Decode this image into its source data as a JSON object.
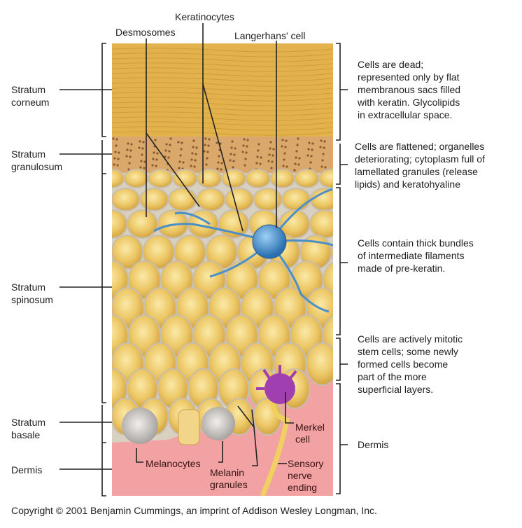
{
  "top_labels": {
    "keratinocytes": "Keratinocytes",
    "desmosomes": "Desmosomes",
    "langerhans": "Langerhans' cell"
  },
  "layers": {
    "corneum": {
      "line1": "Stratum",
      "line2": "corneum"
    },
    "granulosum": {
      "line1": "Stratum",
      "line2": "granulosum"
    },
    "spinosum": {
      "line1": "Stratum",
      "line2": "spinosum"
    },
    "basale": {
      "line1": "Stratum",
      "line2": "basale"
    },
    "dermis": "Dermis"
  },
  "descriptions": {
    "corneum": [
      "Cells are dead;",
      "represented only by flat",
      "membranous sacs filled",
      "with keratin. Glycolipids",
      "in extracellular space."
    ],
    "granulosum": [
      "Cells are flattened; organelles",
      "deteriorating; cytoplasm full of",
      "lamellated granules (release",
      "lipids) and keratohyaline"
    ],
    "spinosum": [
      "Cells contain thick bundles",
      "of intermediate filaments",
      "made of pre-keratin."
    ],
    "basale": [
      "Cells are actively mitotic",
      "stem cells; some newly",
      "formed cells become",
      "part of the more",
      "superficial layers."
    ],
    "dermis": "Dermis"
  },
  "inner_labels": {
    "merkel": [
      "Merkel",
      "cell"
    ],
    "melanocytes": "Melanocytes",
    "melanin": [
      "Melanin",
      "granules"
    ],
    "sensory": [
      "Sensory",
      "nerve",
      "ending"
    ]
  },
  "copyright": "Copyright © 2001 Benjamin Cummings, an imprint of Addison Wesley Longman, Inc.",
  "colors": {
    "corneum": "#e2b24a",
    "cell": "#f0cf74",
    "dermis": "#f0a0a0",
    "langerhans": "#3f8fcf",
    "merkel": "#a040b0"
  }
}
